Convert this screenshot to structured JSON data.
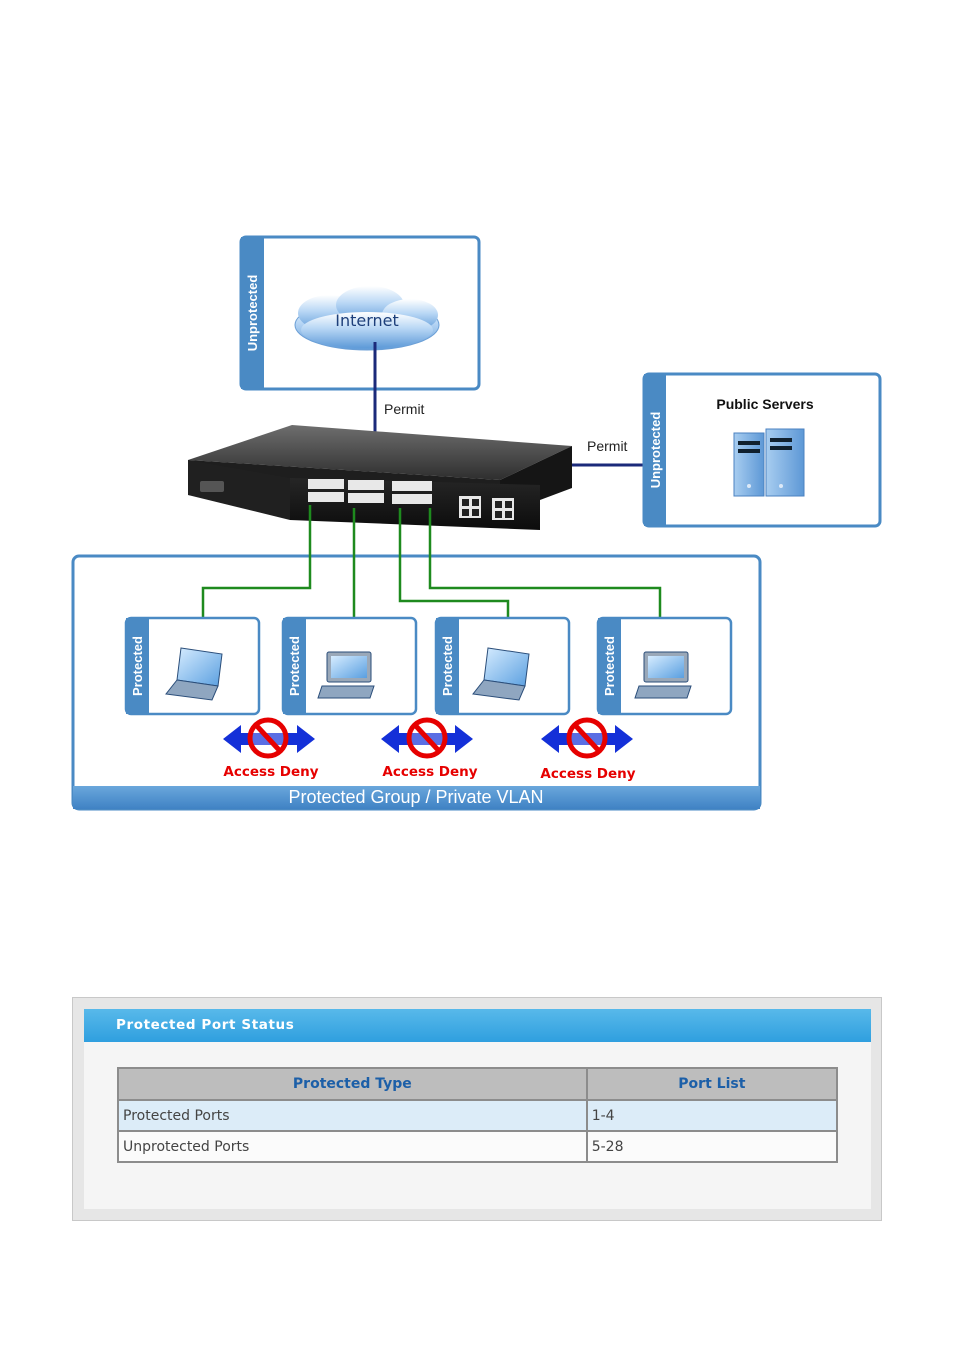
{
  "diagram": {
    "internet_zone_label": "Unprotected",
    "internet_label": "Internet",
    "permit_label_top": "Permit",
    "permit_label_right": "Permit",
    "servers_zone_label": "Unprotected",
    "servers_title": "Public Servers",
    "protected_label": "Protected",
    "access_deny_label": "Access Deny",
    "group_label": "Protected Group / Private VLAN",
    "colors": {
      "frame": "#4a8ac4",
      "uplink": "#1b2a7a",
      "downlink": "#1e8a1e",
      "deny": "#e60000",
      "arrow": "#1430d8"
    }
  },
  "status_panel": {
    "title": "Protected Port Status",
    "columns": [
      "Protected Type",
      "Port List"
    ],
    "rows": [
      {
        "type": "Protected Ports",
        "ports": "1-4"
      },
      {
        "type": "Unprotected Ports",
        "ports": "5-28"
      }
    ]
  }
}
